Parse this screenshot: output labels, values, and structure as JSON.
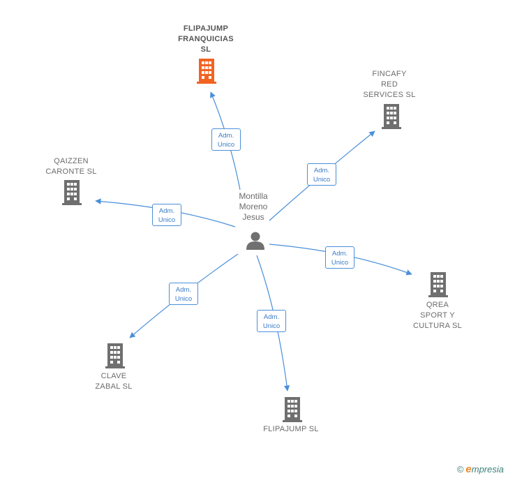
{
  "person": {
    "name": "Montilla\nMoreno\nJesus"
  },
  "edge_label": "Adm.\nUnico",
  "nodes": [
    {
      "id": "flipajump-franquicias",
      "label": "FLIPAJUMP\nFRANQUICIAS\nSL",
      "main": true
    },
    {
      "id": "fincafy",
      "label": "FINCAFY\nRED\nSERVICES  SL",
      "main": false
    },
    {
      "id": "qaizzen",
      "label": "QAIZZEN\nCARONTE  SL",
      "main": false
    },
    {
      "id": "qrea",
      "label": "QREA\nSPORT Y\nCULTURA  SL",
      "main": false
    },
    {
      "id": "clave",
      "label": "CLAVE\nZABAL  SL",
      "main": false
    },
    {
      "id": "flipajump",
      "label": "FLIPAJUMP  SL",
      "main": false
    }
  ],
  "colors": {
    "main_node": "#f26322",
    "node": "#6f6f6f",
    "edge": "#4a8fd9",
    "person": "#707070"
  },
  "footer": {
    "copyright": "©",
    "brand_initial": "e",
    "brand_rest": "mpresia"
  }
}
